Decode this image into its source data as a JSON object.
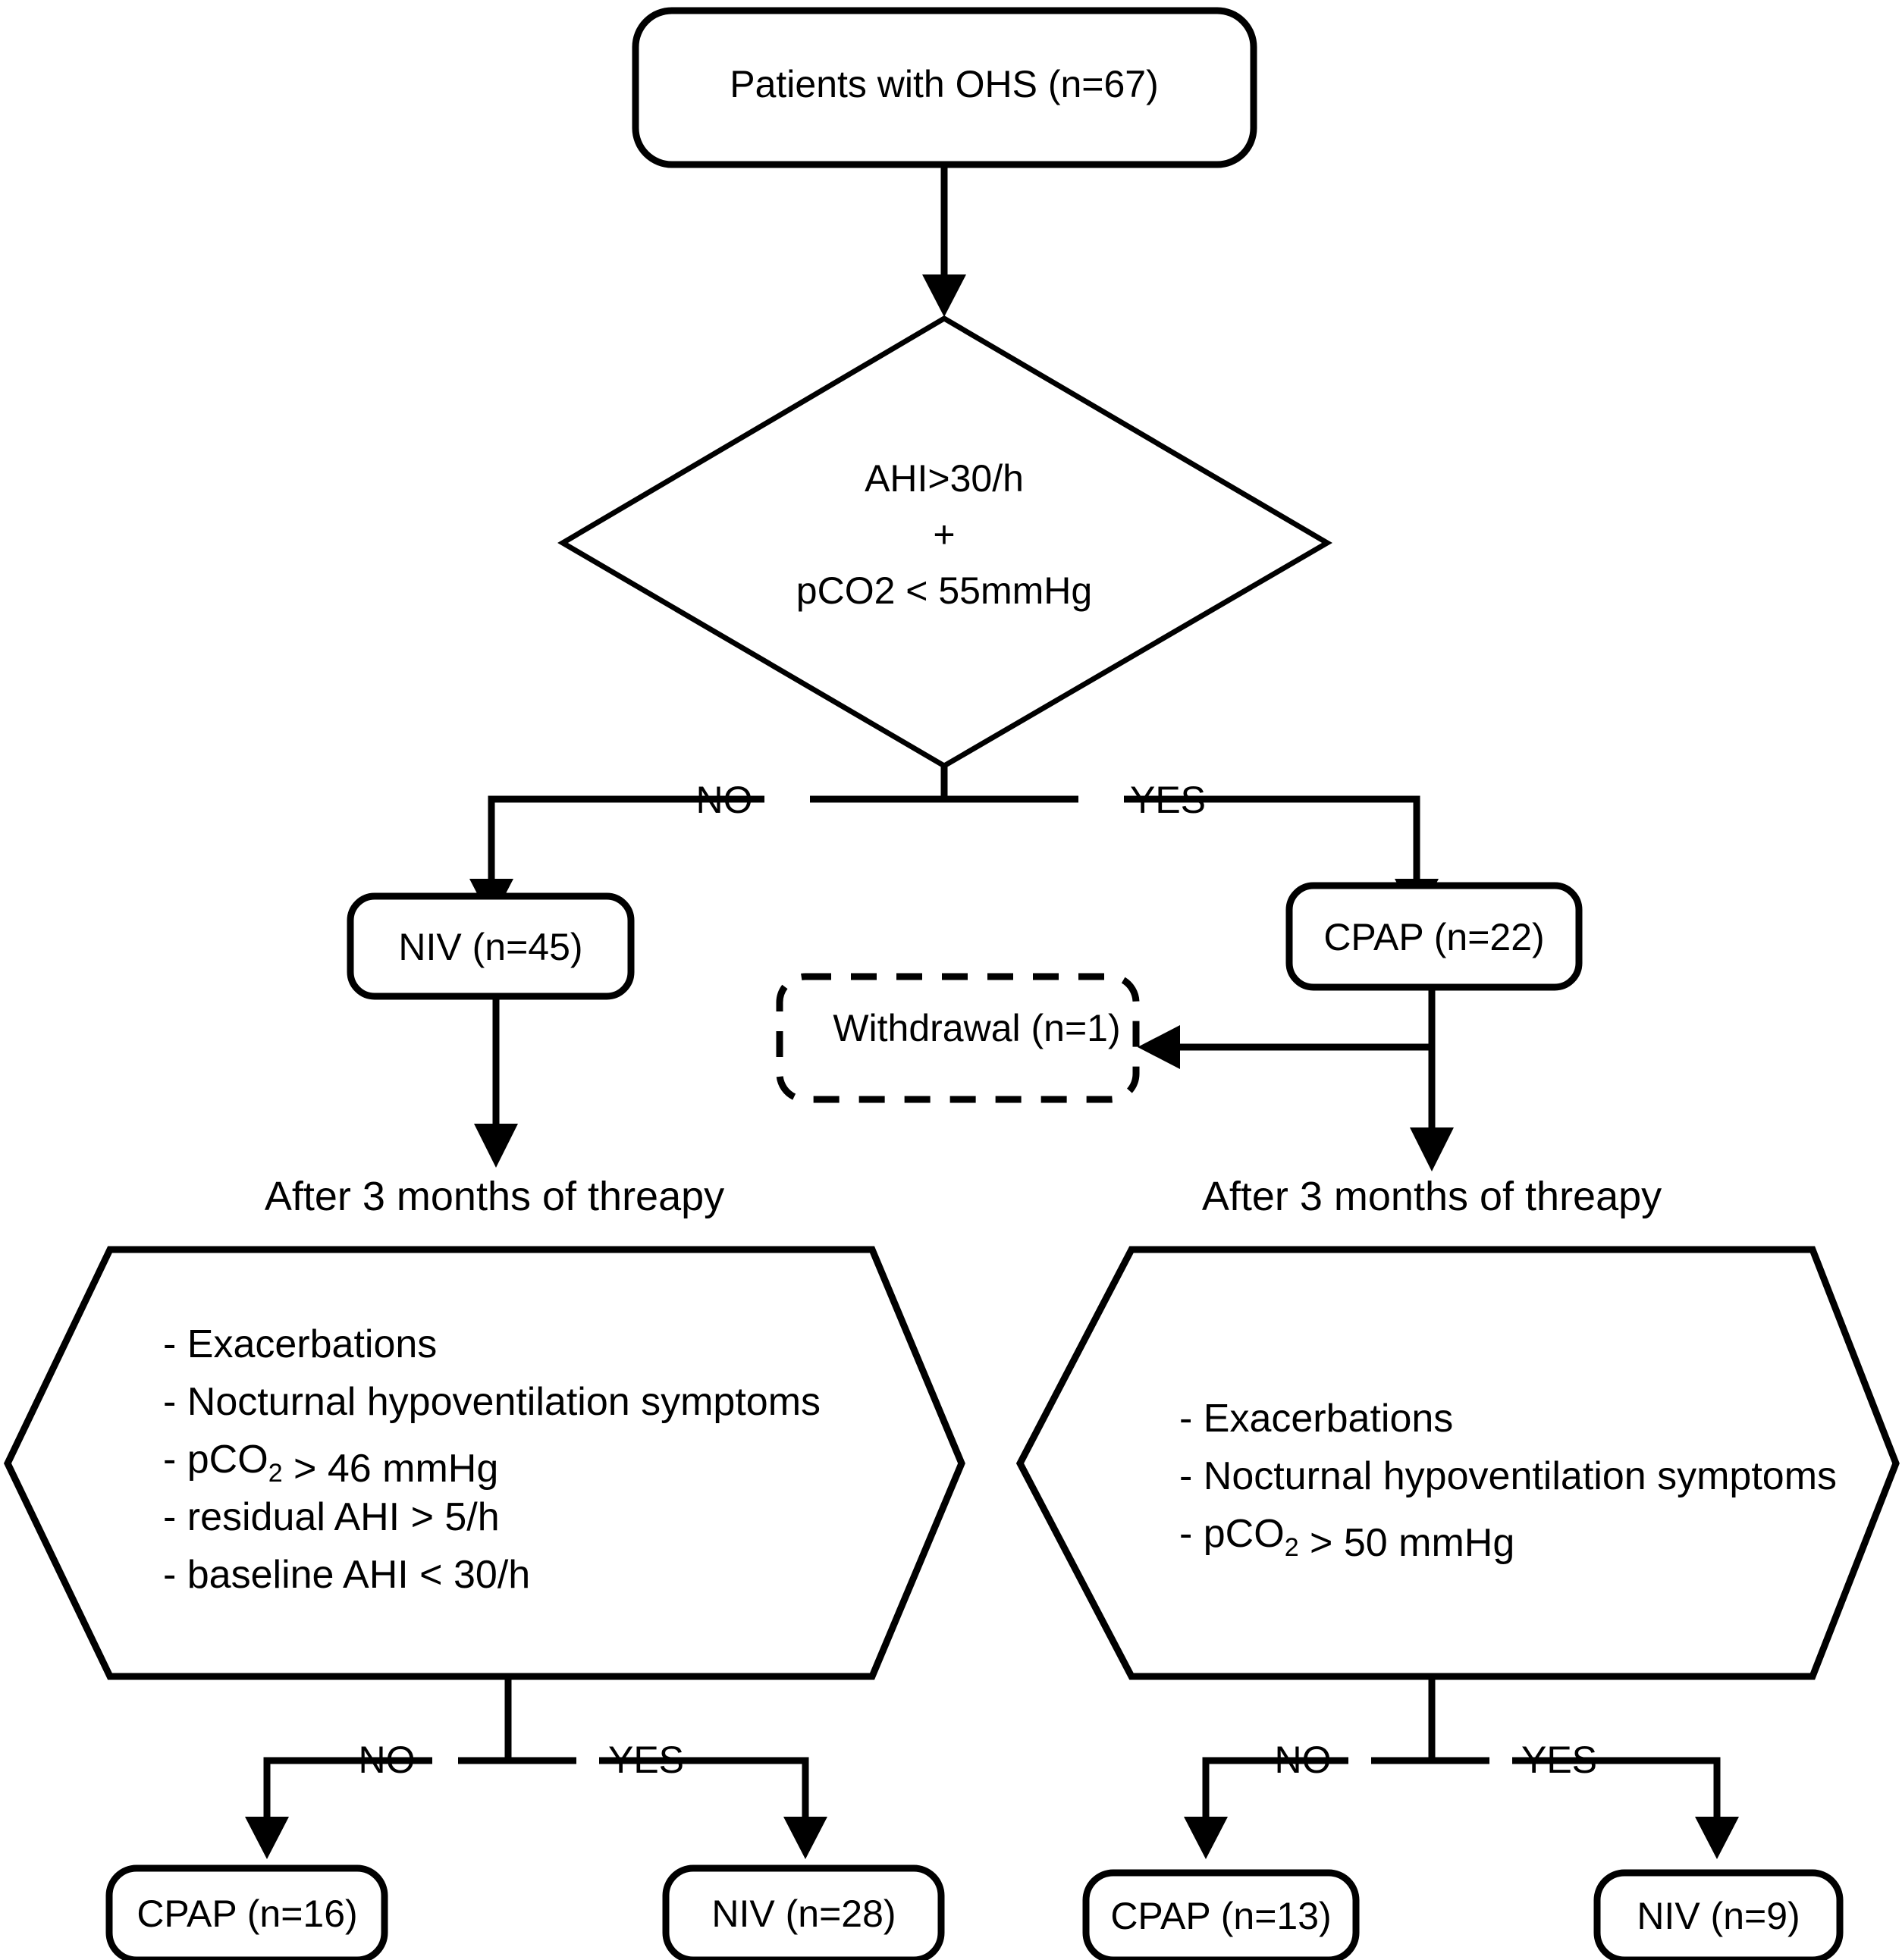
{
  "diagram": {
    "title": "OHS treatment allocation flowchart",
    "colors": {
      "stroke": "#000000",
      "fill": "#ffffff",
      "text": "#000000"
    },
    "nodes": {
      "root": {
        "label": "Patients with OHS (n=67)",
        "shape": "rounded-rect"
      },
      "decision": {
        "shape": "diamond",
        "line1": "AHI>30/h",
        "line2": "+",
        "line3": "pCO2 < 55mmHg"
      },
      "niv_initial": {
        "label": "NIV (n=45)",
        "shape": "rounded-rect"
      },
      "cpap_initial": {
        "label": "CPAP (n=22)",
        "shape": "rounded-rect"
      },
      "withdrawal": {
        "label": "Withdrawal (n=1)",
        "shape": "dashed-rounded-rect"
      },
      "caption_left": {
        "label": "After 3 months of threapy"
      },
      "caption_right": {
        "label": "After 3 months of threapy"
      },
      "criteria_left": {
        "shape": "hexagon",
        "items": [
          "- Exacerbations",
          "- Nocturnal hypoventilation symptoms",
          "- pCO|2| > 46 mmHg",
          "- residual AHI > 5/h",
          "- baseline AHI < 30/h"
        ]
      },
      "criteria_right": {
        "shape": "hexagon",
        "items": [
          "- Exacerbations",
          "- Nocturnal hypoventilation symptoms",
          "- pCO|2| > 50 mmHg"
        ]
      },
      "cpap_left_out": {
        "label": "CPAP (n=16)",
        "shape": "rounded-rect"
      },
      "niv_left_out": {
        "label": "NIV (n=28)",
        "shape": "rounded-rect"
      },
      "cpap_right_out": {
        "label": "CPAP (n=13)",
        "shape": "rounded-rect"
      },
      "niv_right_out": {
        "label": "NIV (n=9)",
        "shape": "rounded-rect"
      }
    },
    "branch_labels": {
      "decision_no": "NO",
      "decision_yes": "YES",
      "left_no": "NO",
      "left_yes": "YES",
      "right_no": "NO",
      "right_yes": "YES"
    }
  },
  "chart_data": {
    "type": "diagram",
    "title": "Patients with OHS (n=67) treatment allocation",
    "flow": [
      {
        "from": "Patients with OHS (n=67)",
        "to": "AHI>30/h + pCO2 < 55mmHg",
        "label": ""
      },
      {
        "from": "AHI>30/h + pCO2 < 55mmHg",
        "to": "NIV (n=45)",
        "label": "NO"
      },
      {
        "from": "AHI>30/h + pCO2 < 55mmHg",
        "to": "CPAP (n=22)",
        "label": "YES"
      },
      {
        "from": "CPAP (n=22)",
        "to": "Withdrawal (n=1)",
        "label": ""
      },
      {
        "from": "NIV (n=45)",
        "to": "Criteria (NIV arm)",
        "label": "After 3 months of threapy"
      },
      {
        "from": "CPAP (n=22)",
        "to": "Criteria (CPAP arm)",
        "label": "After 3 months of threapy"
      },
      {
        "from": "Criteria (NIV arm)",
        "to": "CPAP (n=16)",
        "label": "NO"
      },
      {
        "from": "Criteria (NIV arm)",
        "to": "NIV (n=28)",
        "label": "YES"
      },
      {
        "from": "Criteria (CPAP arm)",
        "to": "CPAP (n=13)",
        "label": "NO"
      },
      {
        "from": "Criteria (CPAP arm)",
        "to": "NIV (n=9)",
        "label": "YES"
      }
    ],
    "counts": {
      "total": 67,
      "niv_initial": 45,
      "cpap_initial": 22,
      "withdrawal": 1,
      "cpap_from_niv_arm": 16,
      "niv_from_niv_arm": 28,
      "cpap_from_cpap_arm": 13,
      "niv_from_cpap_arm": 9
    }
  }
}
